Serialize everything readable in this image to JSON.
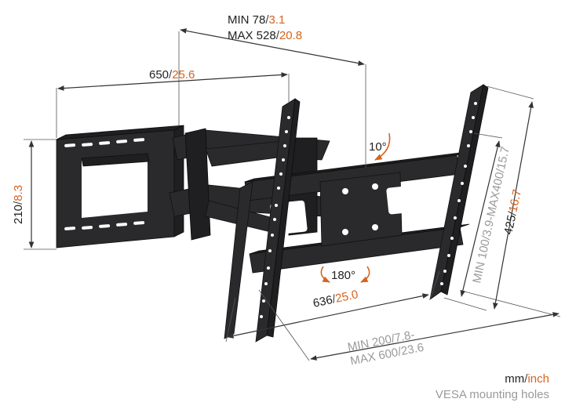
{
  "dimensions": {
    "depth": {
      "line1_mm": "MIN 78",
      "line1_inch": "3.1",
      "line2_mm": "MAX 528",
      "line2_inch": "20.8"
    },
    "arm_width": {
      "mm": "650",
      "inch": "25.6"
    },
    "wall_height": {
      "mm": "210",
      "inch": "8.3"
    },
    "tv_bracket_width": {
      "mm": "636",
      "inch": "25.0"
    },
    "tv_bracket_height": {
      "mm": "425",
      "inch": "16.7"
    },
    "vesa_vertical": {
      "mm_min": "MIN 100",
      "inch_min": "3.9",
      "mm_max": "MAX400",
      "inch_max": "15.7"
    },
    "vesa_horizontal": {
      "line1_mm": "MIN 200",
      "line1_inch": "7.8",
      "line2_mm": "MAX 600",
      "line2_inch": "23.6"
    },
    "tilt": "10°",
    "rotation": "180°"
  },
  "legend": {
    "mm": "mm",
    "inch": "inch",
    "caption": "VESA mounting holes"
  },
  "colors": {
    "inch_accent": "#d5641f",
    "metal": "#2a2a2c",
    "text": "#222222",
    "muted": "#9a9a9a"
  }
}
